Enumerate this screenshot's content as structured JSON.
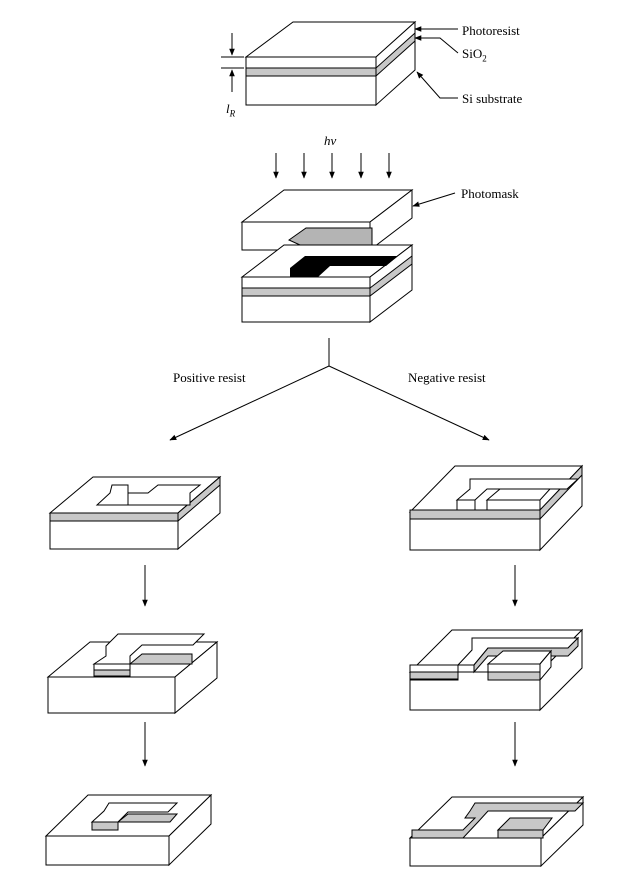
{
  "labels": {
    "photoresist": "Photoresist",
    "sio2_main": "SiO",
    "sio2_sub": "2",
    "si_substrate": "Si substrate",
    "lr_main": "l",
    "lr_sub": "R",
    "hv": "hv",
    "photomask": "Photomask",
    "positive_resist": "Positive resist",
    "negative_resist": "Negative resist"
  },
  "colors": {
    "line": "#000000",
    "oxide": "#c8c8c8",
    "mask_pattern": "#b4b4b4",
    "exposed_pattern": "#000000",
    "background": "#ffffff"
  }
}
